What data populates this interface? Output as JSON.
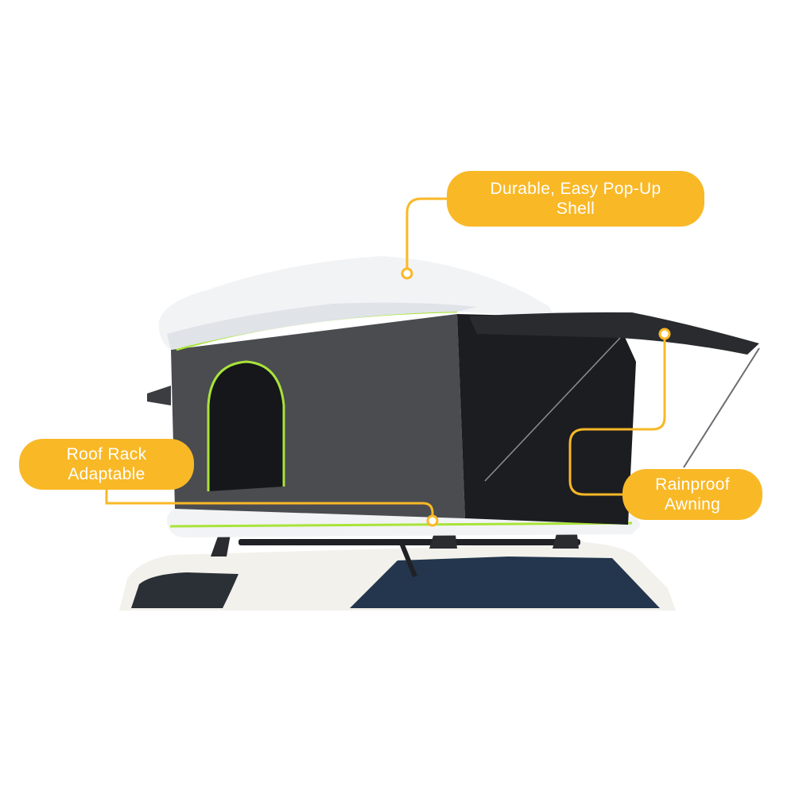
{
  "colors": {
    "accent": "#F9B826",
    "shell": "#F2F3F5",
    "tent_fabric": "#4A4C50",
    "trim": "#A9E33A",
    "car_body": "#F3F1EC"
  },
  "callouts": {
    "shell": {
      "line1": "Durable, Easy Pop-Up",
      "line2": "Shell"
    },
    "rack": {
      "line1": "Roof Rack",
      "line2": "Adaptable"
    },
    "awning": {
      "line1": "Rainproof",
      "line2": "Awning"
    }
  }
}
